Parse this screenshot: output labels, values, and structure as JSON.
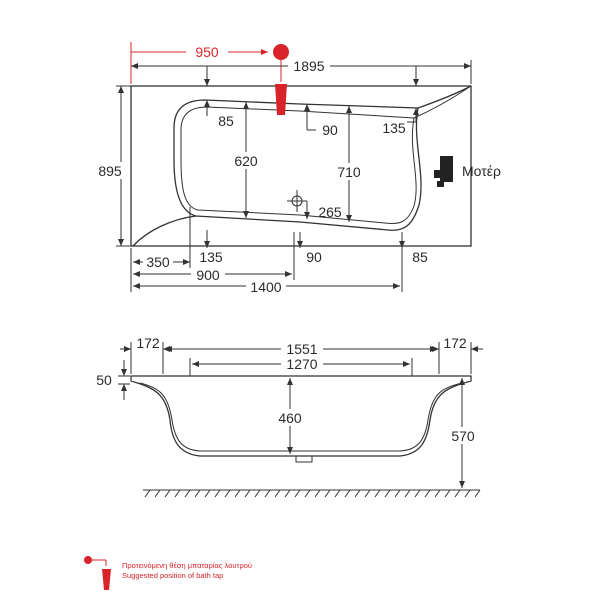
{
  "top_view": {
    "overall_length": "1895",
    "overall_width": "895",
    "tap_offset": "950",
    "inner_top_left": "85",
    "inner_top_mid": "90",
    "inner_top_right": "135",
    "depth_left": "620",
    "depth_right": "710",
    "drain_offset": "265",
    "motor_label": "Μοτέρ",
    "bottom_350": "350",
    "bottom_135": "135",
    "bottom_900": "900",
    "bottom_90": "90",
    "bottom_85": "85",
    "bottom_1400": "1400"
  },
  "side_view": {
    "rim_left": "172",
    "rim_right": "172",
    "top_length": "1551",
    "bottom_length": "1270",
    "rim_height": "50",
    "inner_depth": "460",
    "total_height": "570"
  },
  "legend": {
    "line_greek": "Προτεινόμενη θέση μπαταρίας λουτρού",
    "line_english": "Suggested position of bath tap"
  },
  "colors": {
    "accent": "#d9232a",
    "line": "#333333"
  }
}
